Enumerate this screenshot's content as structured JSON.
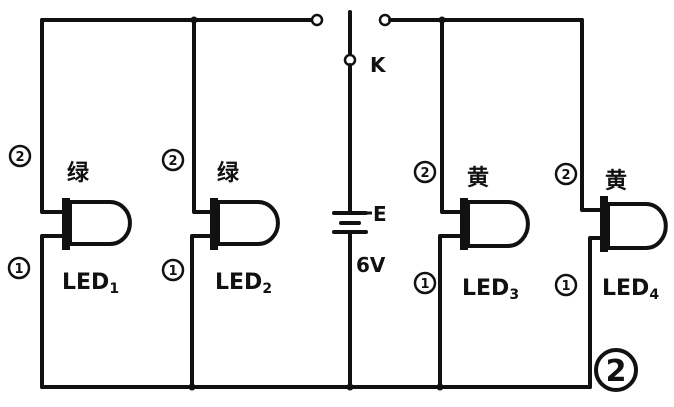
{
  "switch": {
    "label": "K"
  },
  "battery": {
    "label": "E",
    "voltage": "6V"
  },
  "leds": [
    {
      "color_label": "绿",
      "name": "LED",
      "sub": "1",
      "pin_top": "2",
      "pin_bottom": "1"
    },
    {
      "color_label": "绿",
      "name": "LED",
      "sub": "2",
      "pin_top": "2",
      "pin_bottom": "1"
    },
    {
      "color_label": "黄",
      "name": "LED",
      "sub": "3",
      "pin_top": "2",
      "pin_bottom": "1"
    },
    {
      "color_label": "黄",
      "name": "LED",
      "sub": "4",
      "pin_top": "2",
      "pin_bottom": "1"
    }
  ],
  "figure_number": "2"
}
